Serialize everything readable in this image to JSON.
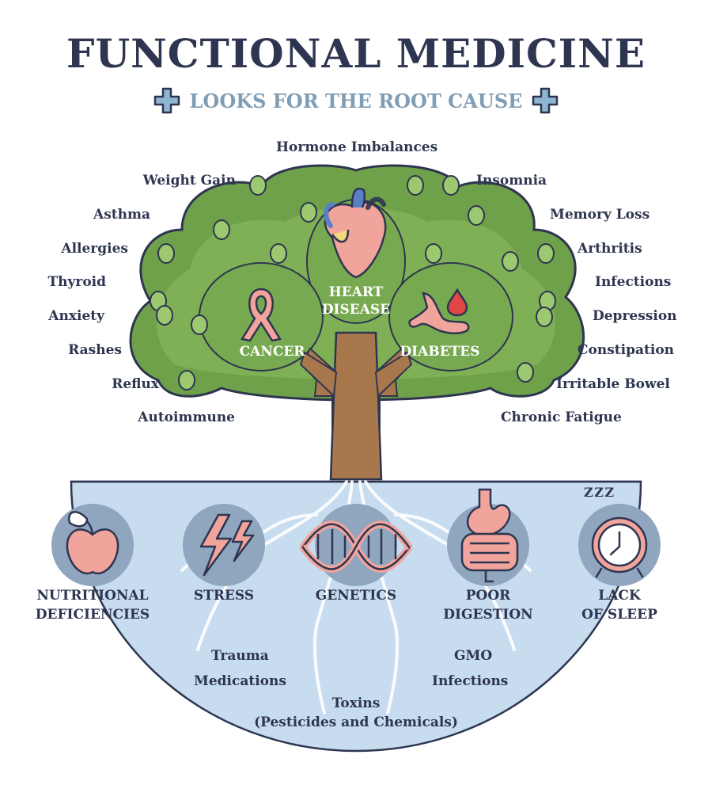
{
  "title": "FUNCTIONAL MEDICINE",
  "subtitle": "LOOKS FOR THE ROOT CAUSE",
  "icons": {
    "subtitle_decoration": "medical-cross-icon",
    "heart": "heart-icon",
    "cancer": "awareness-ribbon-icon",
    "diabetes": "pancreas-blood-drop-icon",
    "nutrition": "apple-icon",
    "stress": "lightning-icon",
    "genetics": "dna-icon",
    "digestion": "stomach-intestine-icon",
    "sleep": "alarm-clock-icon"
  },
  "colors": {
    "navy": "#2e3550",
    "subtitle": "#7f9db5",
    "foliage": "#6fa04a",
    "trunk": "#a8784c",
    "soil": "#c7dcef",
    "badge": "#8fa6be",
    "organ": "#f0a49c"
  },
  "tree": {
    "diseases": {
      "heart": [
        "HEART",
        "DISEASE"
      ],
      "cancer": "CANCER",
      "diabetes": "DIABETES"
    },
    "top": "Hormone Imbalances",
    "left_symptoms": [
      "Weight Gain",
      "Asthma",
      "Allergies",
      "Thyroid",
      "Anxiety",
      "Rashes",
      "Reflux",
      "Autoimmune"
    ],
    "right_symptoms": [
      "Insomnia",
      "Memory Loss",
      "Arthritis",
      "Infections",
      "Depression",
      "Constipation",
      "Irritable Bowel",
      "Chronic Fatigue"
    ]
  },
  "roots": {
    "causes": [
      {
        "line1": "NUTRITIONAL",
        "line2": "DEFICIENCIES"
      },
      {
        "line1": "STRESS",
        "line2": ""
      },
      {
        "line1": "GENETICS",
        "line2": ""
      },
      {
        "line1": "POOR",
        "line2": "DIGESTION"
      },
      {
        "line1": "LACK",
        "line2": "OF SLEEP"
      }
    ],
    "sleep_symbol": "Z Z Z",
    "other_left": [
      "Trauma",
      "Medications"
    ],
    "other_right": [
      "GMO",
      "Infections"
    ],
    "bottom": [
      "Toxins",
      "(Pesticides and Chemicals)"
    ]
  }
}
